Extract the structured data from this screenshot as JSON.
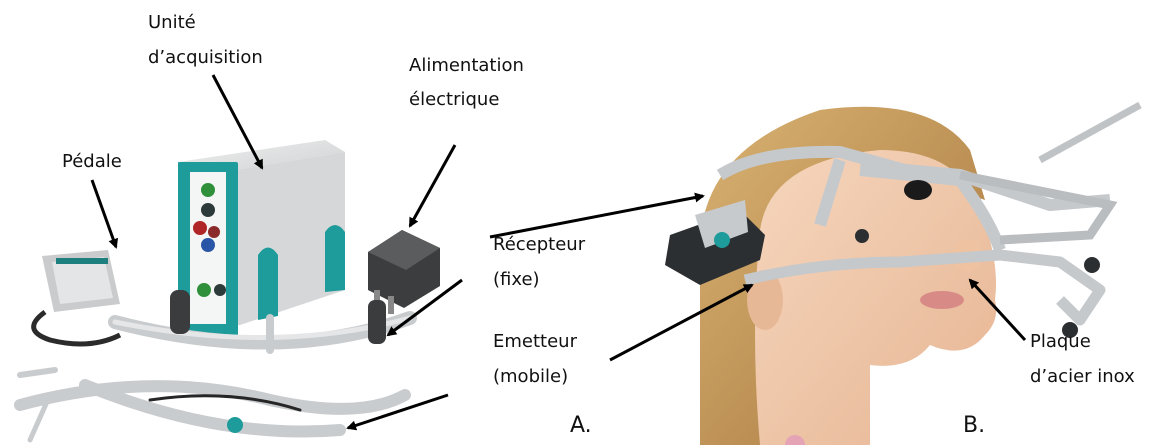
{
  "panels": {
    "a": "A.",
    "b": "B."
  },
  "labels": {
    "acquisition_line1": "Unité",
    "acquisition_line2": "d’acquisition",
    "power_line1": "Alimentation",
    "power_line2": "électrique",
    "pedal": "Pédale",
    "receiver_line1": "Récepteur",
    "receiver_line2": "(fixe)",
    "emitter_line1": "Emetteur",
    "emitter_line2": "(mobile)",
    "plate_line1": "Plaque",
    "plate_line2": "d’acier inox"
  },
  "colors": {
    "device_teal": "#1e9b9b",
    "device_body": "#d9dadb",
    "frame_grey": "#c9ccce",
    "skin": "#f0c7a8",
    "hair": "#c89a5a"
  }
}
